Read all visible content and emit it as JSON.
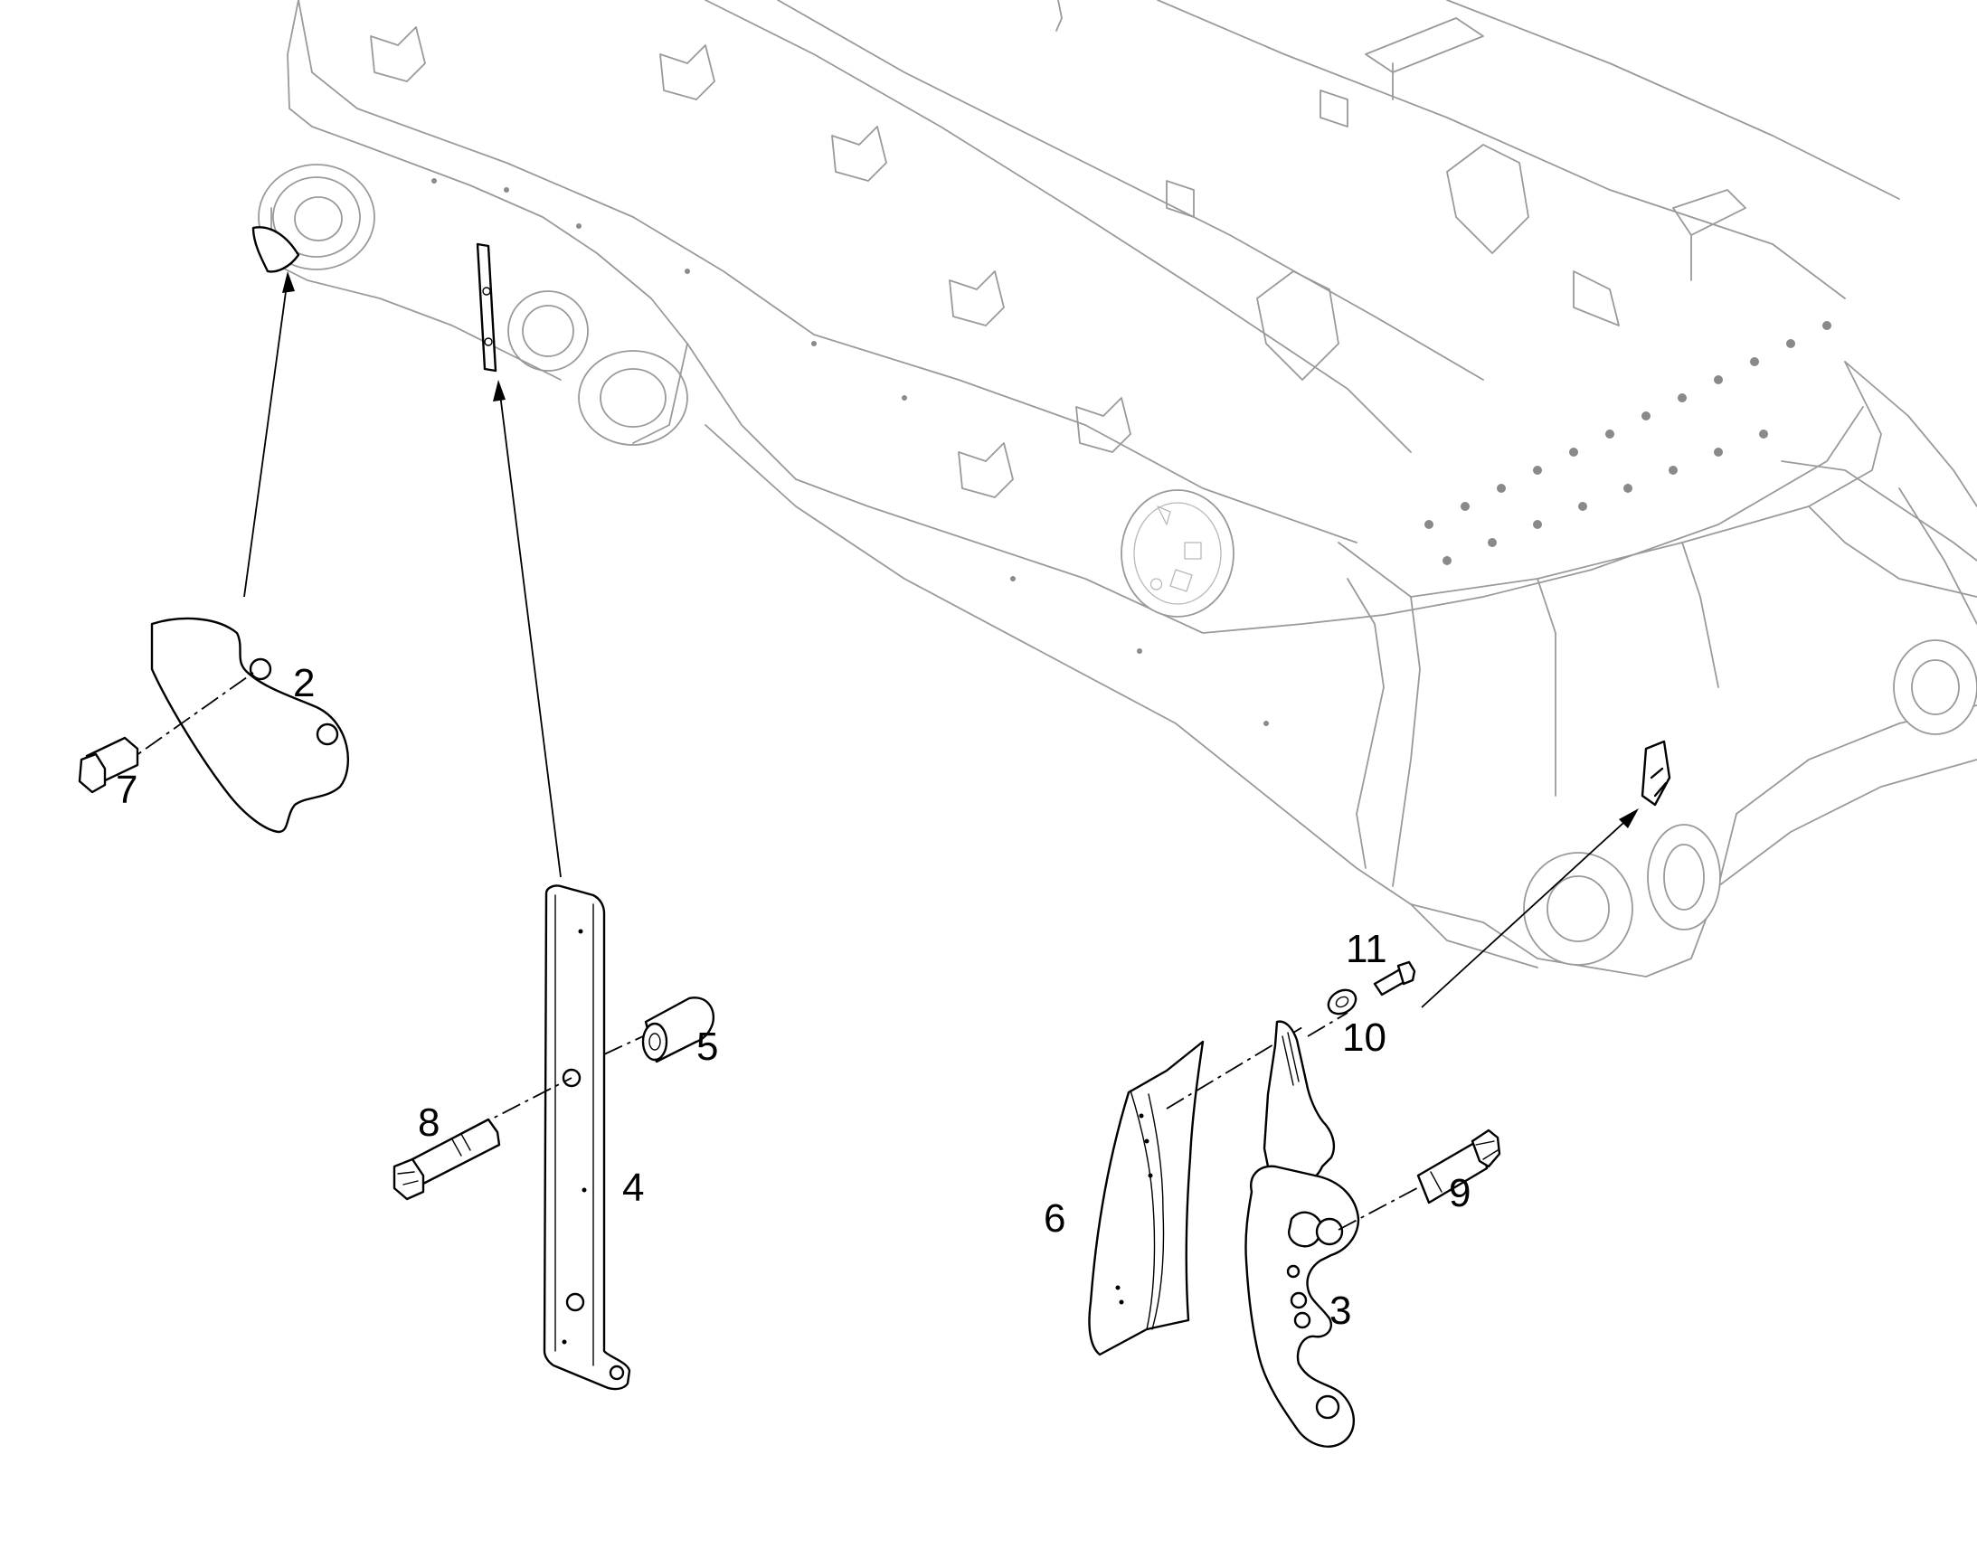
{
  "callouts": [
    {
      "id": "2",
      "label": "2"
    },
    {
      "id": "3",
      "label": "3"
    },
    {
      "id": "4",
      "label": "4"
    },
    {
      "id": "5",
      "label": "5"
    },
    {
      "id": "6",
      "label": "6"
    },
    {
      "id": "7",
      "label": "7"
    },
    {
      "id": "8",
      "label": "8"
    },
    {
      "id": "9",
      "label": "9"
    },
    {
      "id": "10",
      "label": "10"
    },
    {
      "id": "11",
      "label": "11"
    }
  ]
}
